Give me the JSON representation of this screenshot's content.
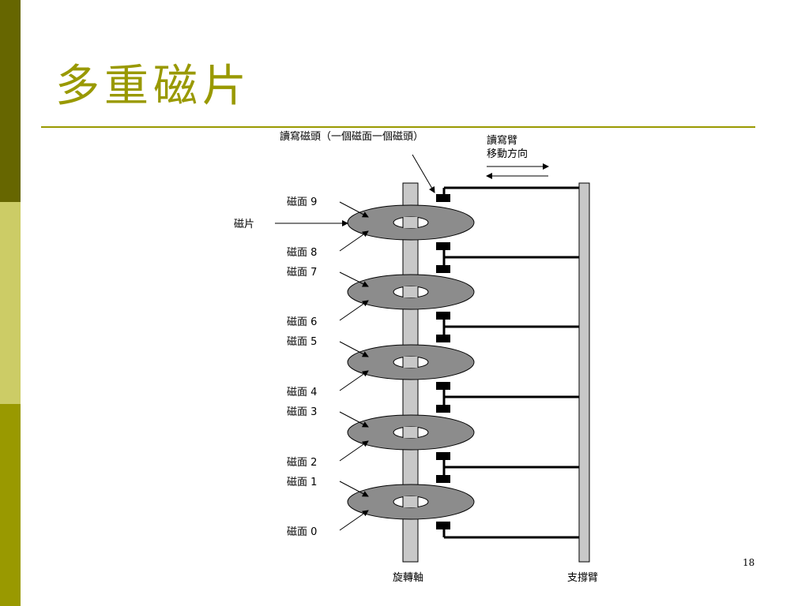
{
  "slide": {
    "title": "多重磁片",
    "page_number": "18"
  },
  "diagram": {
    "head_label": "讀寫磁頭（一個磁面一個磁頭）",
    "arm_motion_label_line1": "讀寫臂",
    "arm_motion_label_line2": "移動方向",
    "platter_label": "磁片",
    "spindle_label": "旋轉軸",
    "support_arm_label": "支撐臂",
    "surface_labels": [
      "磁面 9",
      "磁面 8",
      "磁面 7",
      "磁面 6",
      "磁面 5",
      "磁面 4",
      "磁面 3",
      "磁面 2",
      "磁面 1",
      "磁面 0"
    ],
    "platter_count": 5,
    "colors": {
      "platter_fill": "#8c8c8c",
      "spindle_fill": "#c8c8c8",
      "head_fill": "#000000",
      "theme_olive": "#999900"
    }
  }
}
